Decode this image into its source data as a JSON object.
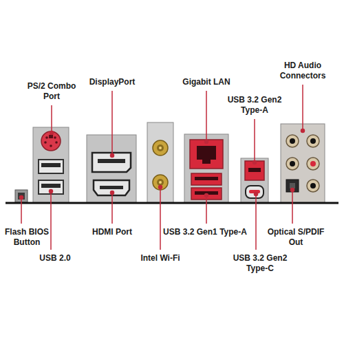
{
  "diagram": {
    "labels": [
      "PS/2 Combo Port",
      "DisplayPort",
      "Gigabit LAN",
      "USB 3.2 Gen2 Type-A",
      "HD Audio Connectors",
      "Flash BIOS Button",
      "USB 2.0",
      "HDMI Port",
      "Intel Wi-Fi",
      "USB 3.2 Gen1 Type-A",
      "USB 3.2 Gen2 Type-C",
      "Optical S/PDIF Out"
    ]
  }
}
